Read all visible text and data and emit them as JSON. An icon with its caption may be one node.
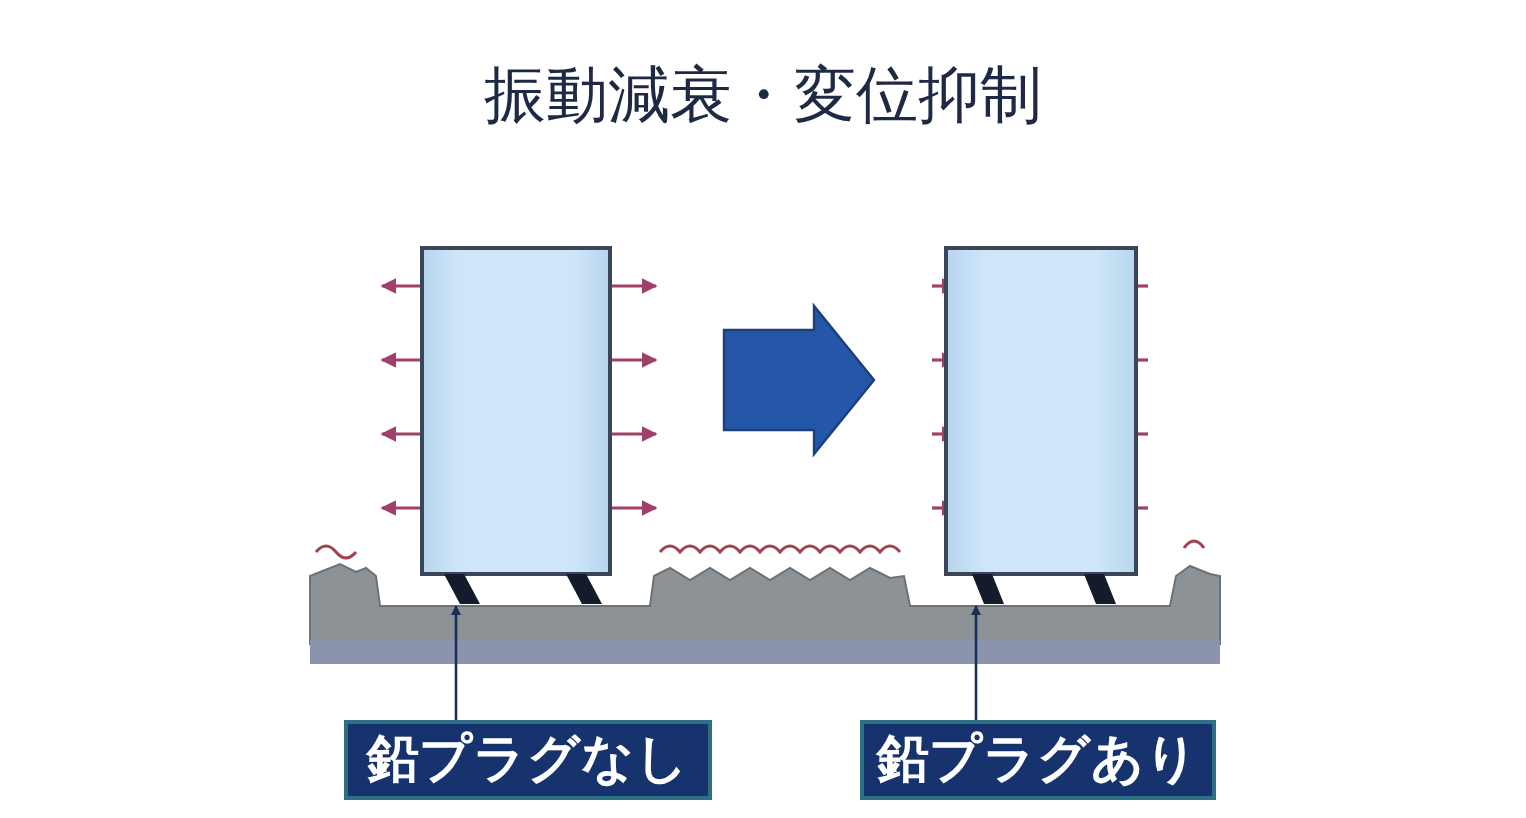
{
  "diagram": {
    "title": "振動減衰・変位抑制",
    "nodes": [
      {
        "text": [],
        "shape": "box"
      },
      {
        "text": [],
        "shape": "box"
      },
      {
        "text": [
          "鉛プラグなし"
        ]
      },
      {
        "text": [
          "鉛プラグあり"
        ]
      },
      {
        "text": [],
        "shape": "picture"
      },
      {
        "text": [],
        "shape": "picture"
      }
    ],
    "edges": [
      {
        "from": 0,
        "to": 1,
        "arrow": "to",
        "style": "thick",
        "color": "#2457a8"
      },
      {
        "from": 2,
        "to": 4,
        "arrow": "to"
      },
      {
        "from": 3,
        "to": 5,
        "arrow": "to"
      }
    ]
  }
}
